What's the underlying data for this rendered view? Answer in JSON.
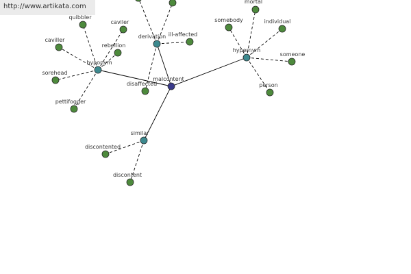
{
  "watermark": {
    "text": "http://www.artikata.com"
  },
  "colors": {
    "root": "#3a3a8c",
    "relation": "#3d8a8f",
    "leaf": "#4d8a3c",
    "edge": "#000000"
  },
  "graph": {
    "root": {
      "id": "malcontent",
      "label": "malcontent"
    },
    "relations": [
      {
        "id": "hyponym",
        "label": "hyponym"
      },
      {
        "id": "derivation",
        "label": "derivation"
      },
      {
        "id": "hypernym",
        "label": "hypernym"
      },
      {
        "id": "similar",
        "label": "similar"
      }
    ],
    "leaves": [
      {
        "id": "quibbler",
        "label": "quibbler",
        "parent": "hyponym"
      },
      {
        "id": "caviller",
        "label": "caviller",
        "parent": "hyponym"
      },
      {
        "id": "caviler",
        "label": "caviler",
        "parent": "hyponym"
      },
      {
        "id": "rebellion",
        "label": "rebellion",
        "parent": "hyponym"
      },
      {
        "id": "sorehead",
        "label": "sorehead",
        "parent": "hyponym"
      },
      {
        "id": "pettifogger",
        "label": "pettifogger",
        "parent": "hyponym"
      },
      {
        "id": "disaffected",
        "label": "disaffected",
        "parent": "derivation"
      },
      {
        "id": "ill-affected",
        "label": "ill-affected",
        "parent": "derivation"
      },
      {
        "id": "derivation-top-1",
        "label": "",
        "parent": "derivation"
      },
      {
        "id": "derivation-top-2",
        "label": "",
        "parent": "derivation"
      },
      {
        "id": "mortal",
        "label": "mortal",
        "parent": "hypernym"
      },
      {
        "id": "somebody",
        "label": "somebody",
        "parent": "hypernym"
      },
      {
        "id": "individual",
        "label": "individual",
        "parent": "hypernym"
      },
      {
        "id": "someone",
        "label": "someone",
        "parent": "hypernym"
      },
      {
        "id": "person",
        "label": "person",
        "parent": "hypernym"
      },
      {
        "id": "discontented",
        "label": "discontented",
        "parent": "similar"
      },
      {
        "id": "discontent",
        "label": "discontent",
        "parent": "similar"
      }
    ]
  }
}
